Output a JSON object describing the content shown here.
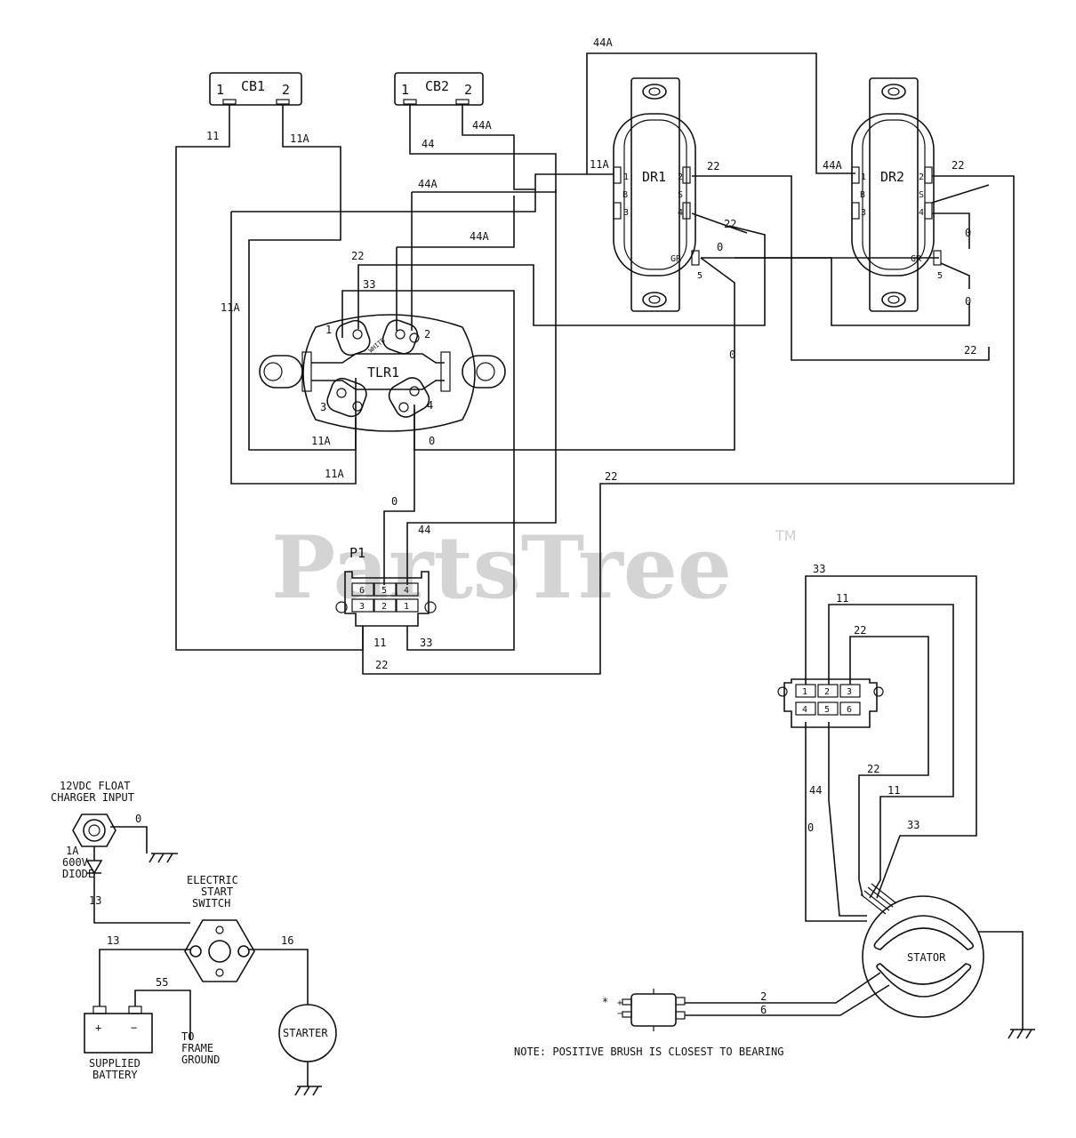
{
  "watermark": {
    "text": "PartsTree",
    "tm": "TM"
  },
  "components": {
    "cb1": {
      "name": "CB1",
      "pin1": "1",
      "pin2": "2"
    },
    "cb2": {
      "name": "CB2",
      "pin1": "1",
      "pin2": "2"
    },
    "dr1": {
      "name": "DR1",
      "pin1": "1",
      "pin2": "2",
      "pin3": "3",
      "pin4": "4",
      "pin5": "5",
      "pinB": "B",
      "pinS": "S",
      "gr": "GR"
    },
    "dr2": {
      "name": "DR2",
      "pin1": "1",
      "pin2": "2",
      "pin3": "3",
      "pin4": "4",
      "pin5": "5",
      "pinB": "B",
      "pinS": "S",
      "gr": "GR"
    },
    "tlr1": {
      "name": "TLR1",
      "pin1": "1",
      "pin2": "2",
      "pin3": "3",
      "pin4": "4",
      "marking": "WHITE"
    },
    "p1": {
      "name": "P1",
      "pins": [
        "6",
        "5",
        "4",
        "3",
        "2",
        "1"
      ]
    },
    "stator_connector": {
      "pins": [
        "1",
        "2",
        "3",
        "4",
        "5",
        "6"
      ]
    },
    "charger": {
      "line1": "12VDC FLOAT",
      "line2": "CHARGER INPUT"
    },
    "diode": {
      "line1": "1A",
      "line2": "600V",
      "line3": "DIODE"
    },
    "switch": {
      "line1": "ELECTRIC",
      "line2": "START",
      "line3": "SWITCH"
    },
    "battery": {
      "plus": "+",
      "minus": "−",
      "line1": "SUPPLIED",
      "line2": "BATTERY"
    },
    "frame_ground": {
      "line1": "TO",
      "line2": "FRAME",
      "line3": "GROUND"
    },
    "starter": {
      "label": "STARTER"
    },
    "stator": {
      "label": "STATOR"
    },
    "brush": {
      "star": "*",
      "plus": "+",
      "minus": "−"
    }
  },
  "wires": {
    "w11_cb1": "11",
    "w11a_cb1": "11A",
    "w44_cb2": "44",
    "w44a_cb2": "44A",
    "w44a_top": "44A",
    "w44a_mid": "44A",
    "w44a_low": "44A",
    "w11a_dr1": "11A",
    "w22_dr1": "22",
    "w22_dr1b": "22",
    "w0_dr1": "0",
    "w44a_dr2": "44A",
    "w22_dr2": "22",
    "w0_dr2a": "0",
    "w0_dr2b": "0",
    "w22_right": "22",
    "w0_mid": "0",
    "w22_tlr": "22",
    "w33_tlr": "33",
    "w11a_left": "11A",
    "w11a_tlr3": "11A",
    "w11a_low": "11A",
    "w0_tlr4": "0",
    "w22_long": "22",
    "w0_p1": "0",
    "w44_p1": "44",
    "w11_p1": "11",
    "w33_p1": "33",
    "w22_p1": "22",
    "s33": "33",
    "s11": "11",
    "s22": "22",
    "s22b": "22",
    "s11b": "11",
    "s44": "44",
    "s33b": "33",
    "s0": "0",
    "c0": "0",
    "c13": "13",
    "c13b": "13",
    "c55": "55",
    "c16": "16",
    "b2": "2",
    "b6": "6"
  },
  "note": "NOTE: POSITIVE BRUSH IS CLOSEST TO BEARING"
}
